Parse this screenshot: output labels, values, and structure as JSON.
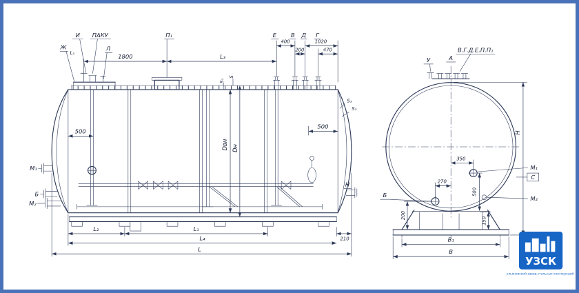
{
  "colors": {
    "frame_border": "#4a72b8",
    "line": "#2e3a59",
    "logo_blue": "#1766c6",
    "background": "#ffffff"
  },
  "side": {
    "labels": {
      "i": "И",
      "paku": "ПАКУ",
      "zh": "Ж",
      "l5": "L₅",
      "l": "Л",
      "p1": "П₁",
      "e": "Е",
      "v": "В",
      "d": "Д",
      "g": "Г",
      "m1": "М₁",
      "b": "Б",
      "m2": "М₂",
      "n": "Н"
    },
    "dims": {
      "d1800": "1800",
      "l3": "L₃",
      "d400": "400",
      "d200": "200",
      "d1020": "1020",
      "d470": "470",
      "left500": "500",
      "right500": "500",
      "dvn": "Dвн",
      "dn": "Dн",
      "s": "S",
      "s1": "S₁",
      "s2": "S₂",
      "s3": "S₃",
      "l2": "L₂",
      "l1": "L₁",
      "l4": "L₄",
      "l": "L",
      "d210": "210"
    }
  },
  "end": {
    "labels": {
      "group": "В.Г.Д.Е.П.П₁",
      "u": "У",
      "a": "А",
      "m1": "М₁",
      "c": "С",
      "m2": "М₂",
      "b": "Б"
    },
    "dims": {
      "d350": "350",
      "d270": "270",
      "d500": "500",
      "d200": "200",
      "d150": "150",
      "h": "Н",
      "b1": "В₁",
      "b": "В"
    }
  },
  "logo": {
    "abbr": "УЗСК",
    "caption": "ульяновский завод стальных конструкций"
  }
}
